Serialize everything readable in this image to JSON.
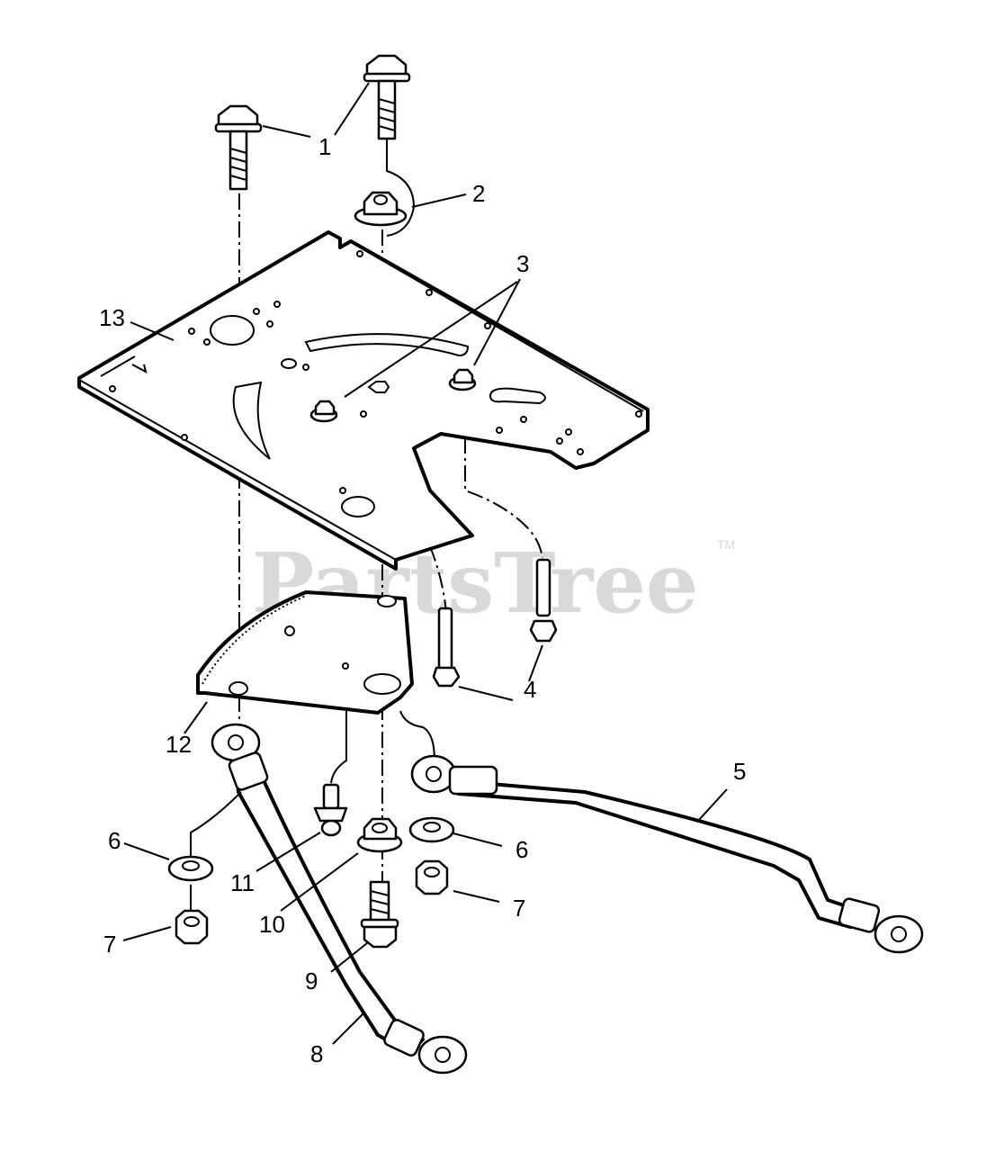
{
  "watermark": {
    "text": "PartsTree",
    "tm": "TM"
  },
  "callouts": [
    {
      "id": "1",
      "label": "1"
    },
    {
      "id": "2",
      "label": "2"
    },
    {
      "id": "3",
      "label": "3"
    },
    {
      "id": "4",
      "label": "4"
    },
    {
      "id": "5",
      "label": "5"
    },
    {
      "id": "6a",
      "label": "6"
    },
    {
      "id": "6b",
      "label": "6"
    },
    {
      "id": "7a",
      "label": "7"
    },
    {
      "id": "7b",
      "label": "7"
    },
    {
      "id": "8",
      "label": "8"
    },
    {
      "id": "9",
      "label": "9"
    },
    {
      "id": "10",
      "label": "10"
    },
    {
      "id": "11",
      "label": "11"
    },
    {
      "id": "12",
      "label": "12"
    },
    {
      "id": "13",
      "label": "13"
    }
  ]
}
